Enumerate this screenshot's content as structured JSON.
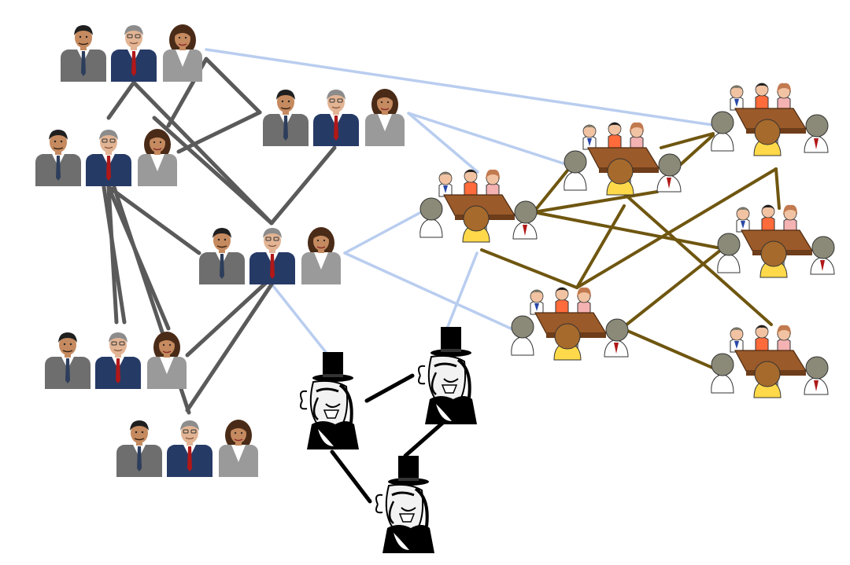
{
  "diagram": {
    "colors": {
      "background": "#ffffff",
      "team_link": "#5a5a5a",
      "team_to_table_link": "#b9cdef",
      "table_link": "#6f5610",
      "villain_link": "#000000"
    },
    "icons": {
      "team": "business-team-icon",
      "table": "meeting-table-icon",
      "villain": "top-hat-villain-icon"
    },
    "groups": [
      {
        "id": "team-1",
        "kind": "team"
      },
      {
        "id": "team-2",
        "kind": "team"
      },
      {
        "id": "team-3",
        "kind": "team"
      },
      {
        "id": "team-4",
        "kind": "team"
      },
      {
        "id": "team-5",
        "kind": "team"
      },
      {
        "id": "team-6",
        "kind": "team"
      },
      {
        "id": "table-1",
        "kind": "table"
      },
      {
        "id": "table-2",
        "kind": "table"
      },
      {
        "id": "table-3",
        "kind": "table"
      },
      {
        "id": "table-4",
        "kind": "table"
      },
      {
        "id": "table-5",
        "kind": "table"
      },
      {
        "id": "table-6",
        "kind": "table"
      },
      {
        "id": "villain-1",
        "kind": "villain"
      },
      {
        "id": "villain-2",
        "kind": "villain"
      },
      {
        "id": "villain-3",
        "kind": "villain"
      }
    ]
  }
}
